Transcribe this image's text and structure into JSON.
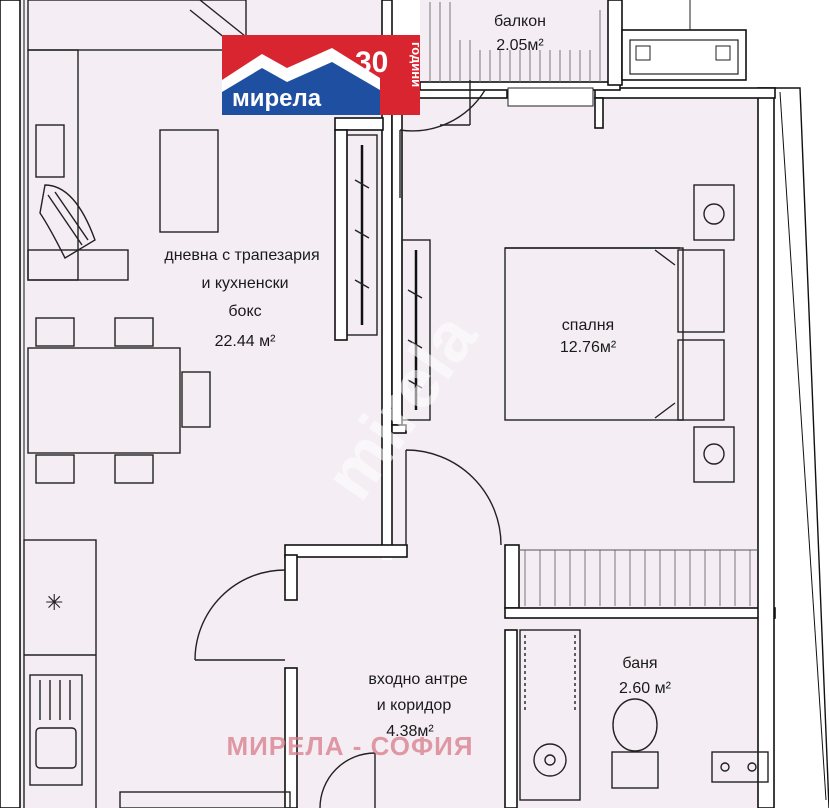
{
  "logo": {
    "brand": "мирела",
    "years_number": "30",
    "years_word": "години",
    "colors": {
      "red": "#d92530",
      "blue": "#1f4fa0",
      "white": "#ffffff"
    }
  },
  "rooms": {
    "balcony": {
      "name": "балкон",
      "area": "2.05м²"
    },
    "living": {
      "line1": "дневна с трапезария",
      "line2": "и кухненски",
      "line3": "бокс",
      "area": "22.44 м²"
    },
    "bedroom": {
      "name": "спалня",
      "area": "12.76м²"
    },
    "hall": {
      "line1": "входно антре",
      "line2": "и коридор",
      "area": "4.38м²"
    },
    "bathroom": {
      "name": "баня",
      "area": "2.60 м²"
    }
  },
  "watermark": {
    "bottom": "МИРЕЛА - СОФИЯ",
    "diagonal": "mirela"
  },
  "colors": {
    "room_fill": "#f4eef4",
    "wall": "#111111",
    "watermark": "#d97a8a"
  }
}
